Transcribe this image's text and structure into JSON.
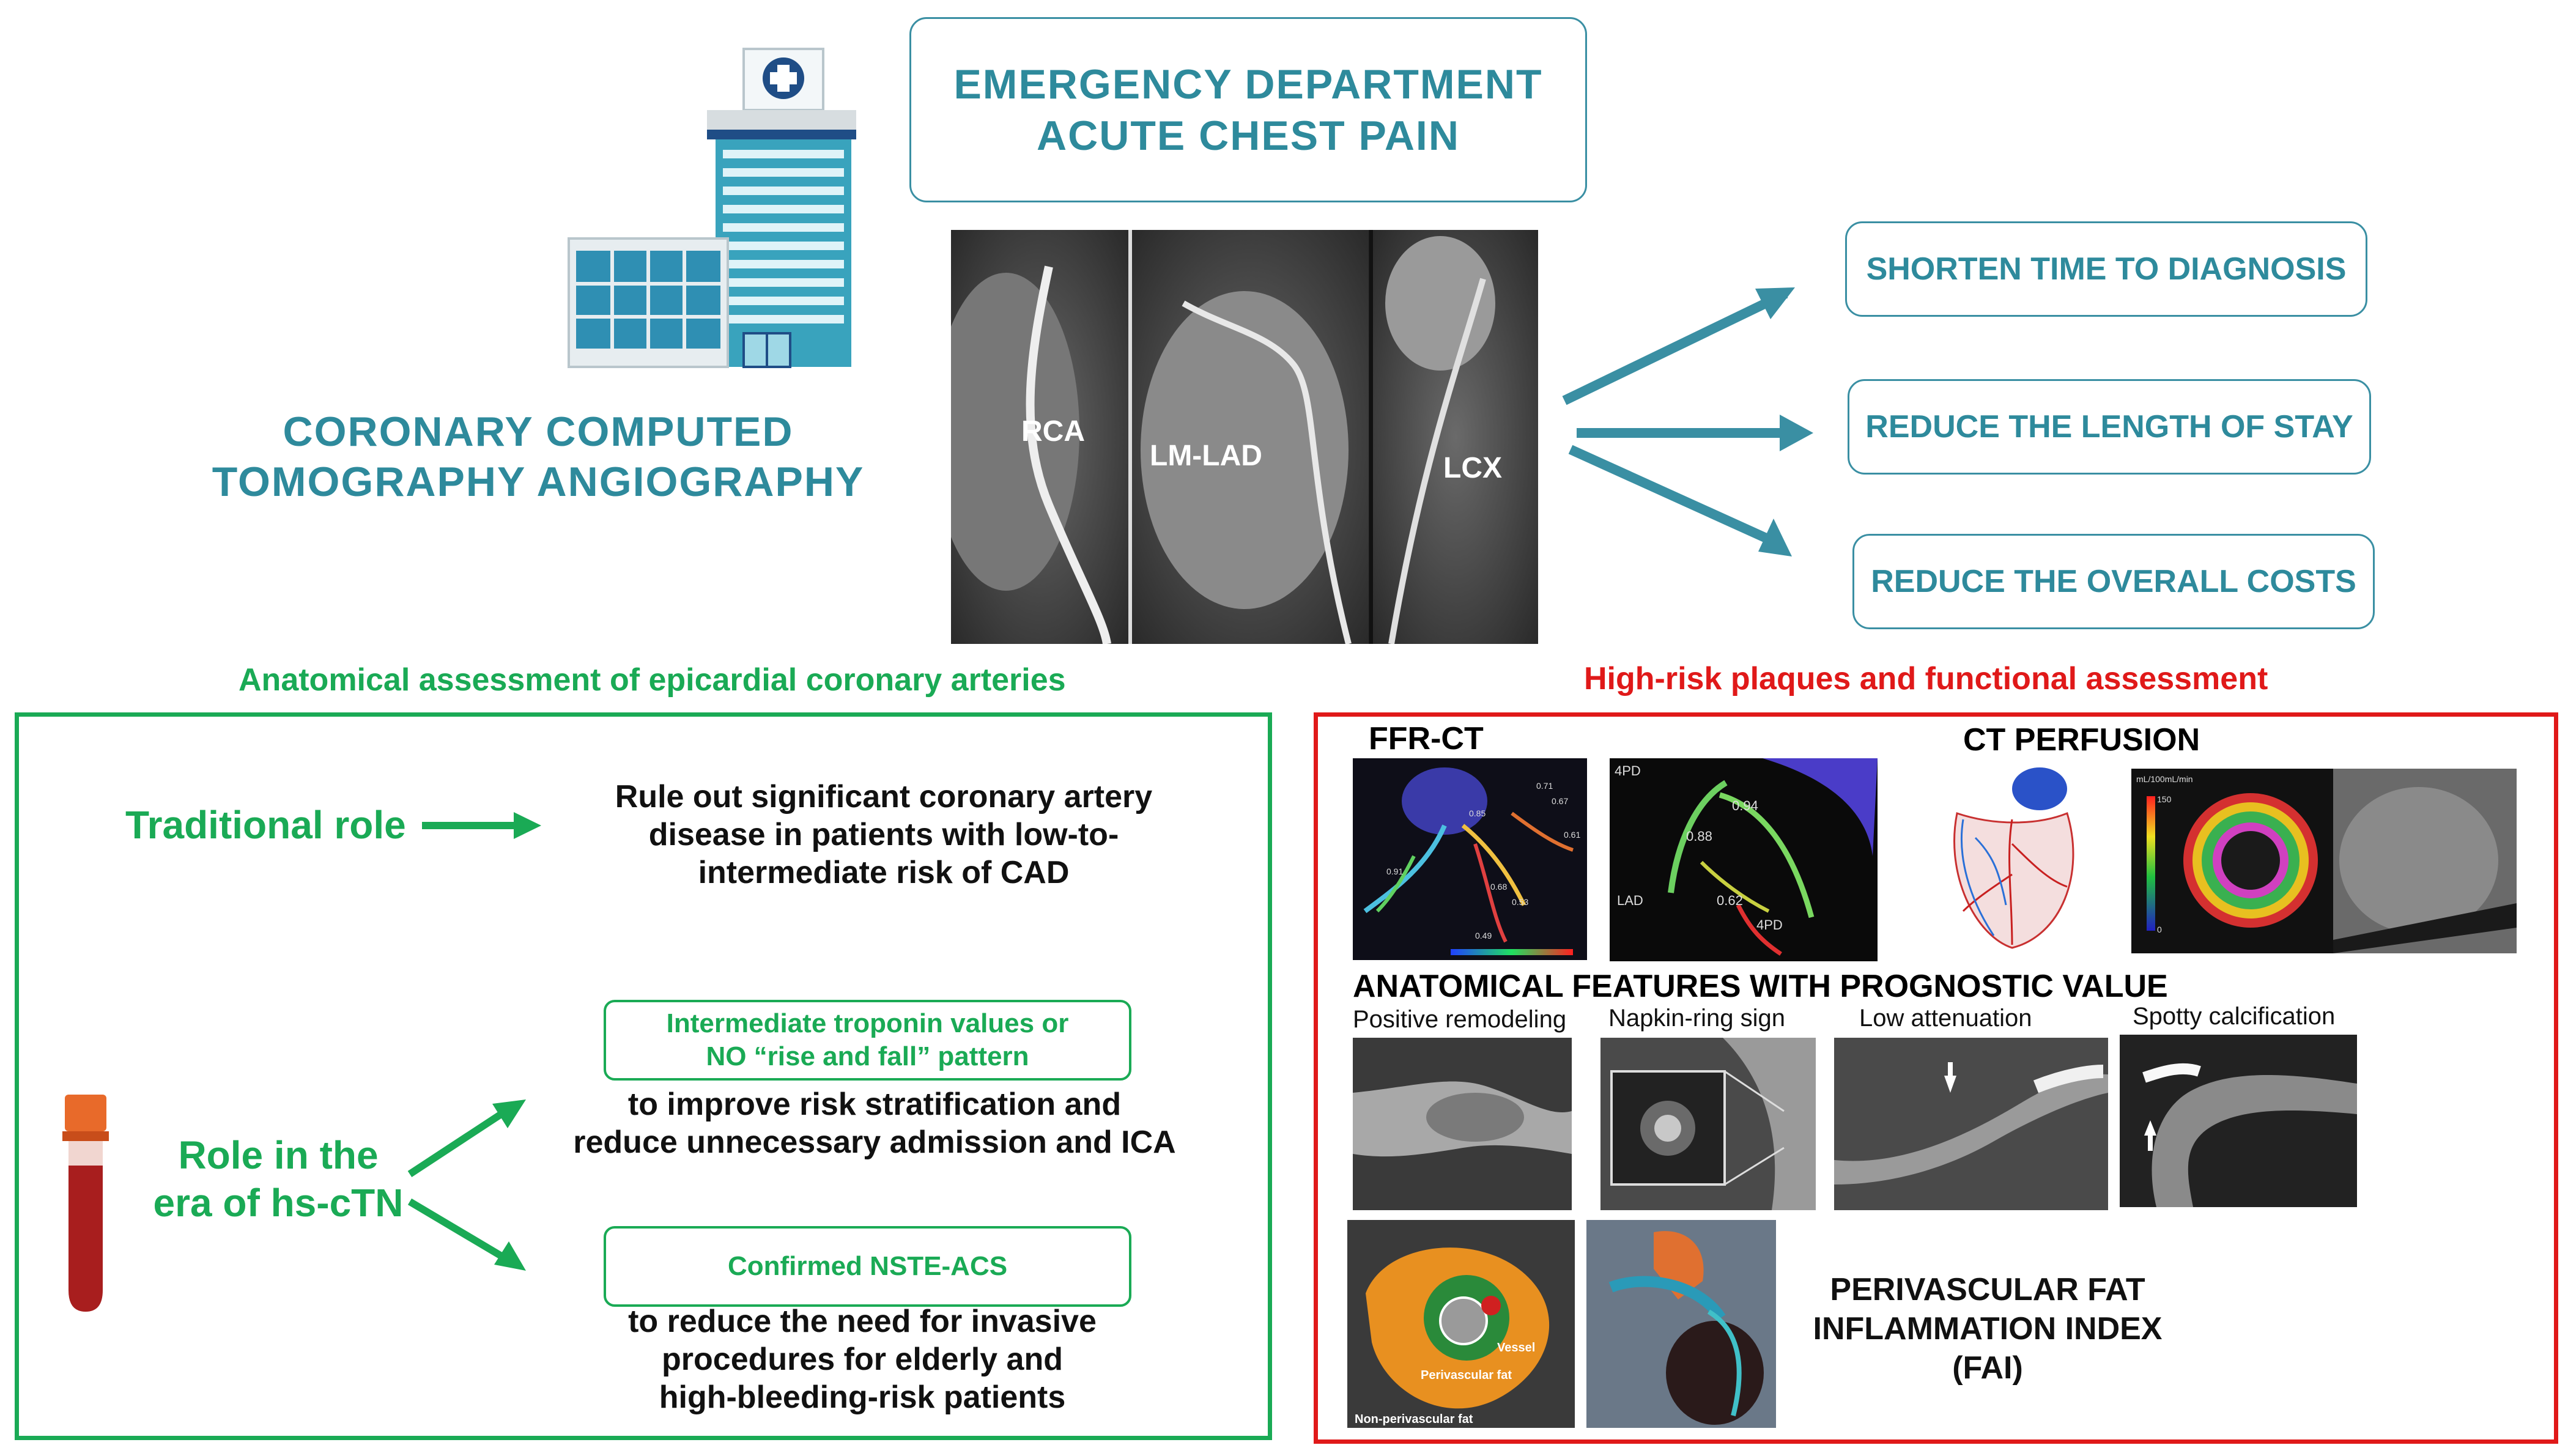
{
  "colors": {
    "teal": "#2e8a9c",
    "green": "#1aaa55",
    "red": "#e01919"
  },
  "header": {
    "title_line1": "EMERGENCY  DEPARTMENT",
    "title_line2": "ACUTE CHEST PAIN",
    "left_title_line1": "CORONARY  COMPUTED",
    "left_title_line2": "TOMOGRAPHY  ANGIOGRAPHY"
  },
  "angio": {
    "labels": [
      "RCA",
      "LM-LAD",
      "LCX"
    ]
  },
  "outcomes": [
    "SHORTEN TIME TO DIAGNOSIS",
    "REDUCE THE LENGTH OF STAY",
    "REDUCE THE OVERALL COSTS"
  ],
  "section_titles": {
    "left": "Anatomical  assessment of epicardial coronary arteries",
    "right": "High-risk plaques and functional assessment"
  },
  "left_panel": {
    "traditional_role": "Traditional role",
    "traditional_text": [
      "Rule out significant coronary artery",
      "disease in patients with low-to-",
      "intermediate risk of CAD"
    ],
    "role_line1": "Role in the",
    "role_line2": "era of hs-cTN",
    "box1_line1": "Intermediate troponin values or",
    "box1_line2": "NO “rise and fall” pattern",
    "box1_text": [
      "to improve risk stratification  and",
      "reduce unnecessary admission and ICA"
    ],
    "box2_line1": "Confirmed NSTE-ACS",
    "box2_text": [
      "to reduce the need for invasive",
      "procedures for elderly and",
      "high-bleeding-risk patients"
    ]
  },
  "right_panel": {
    "ffr_title": "FFR-CT",
    "ffr_values_a": [
      "0.71",
      "0.67",
      "0.85",
      "0.61",
      "0.91",
      "0.53",
      "0.68",
      "0.49"
    ],
    "ffr_values_b": [
      "4PD",
      "0.94",
      "0.88",
      "LAD",
      "0.62",
      "4PD"
    ],
    "perfusion_title": "CT PERFUSION",
    "perfusion_scale": [
      "mL/100mL/min",
      "150",
      "0"
    ],
    "features_title": "ANATOMICAL  FEATURES WITH PROGNOSTIC VALUE",
    "features": [
      "Positive remodeling",
      "Napkin-ring sign",
      "Low attenuation",
      "Spotty calcification"
    ],
    "fai_title": [
      "PERIVASCULAR FAT",
      "INFLAMMATION INDEX",
      "(FAI)"
    ],
    "fai_image_labels": [
      "Vessel",
      "Perivascular fat",
      "Non-perivascular fat"
    ]
  }
}
